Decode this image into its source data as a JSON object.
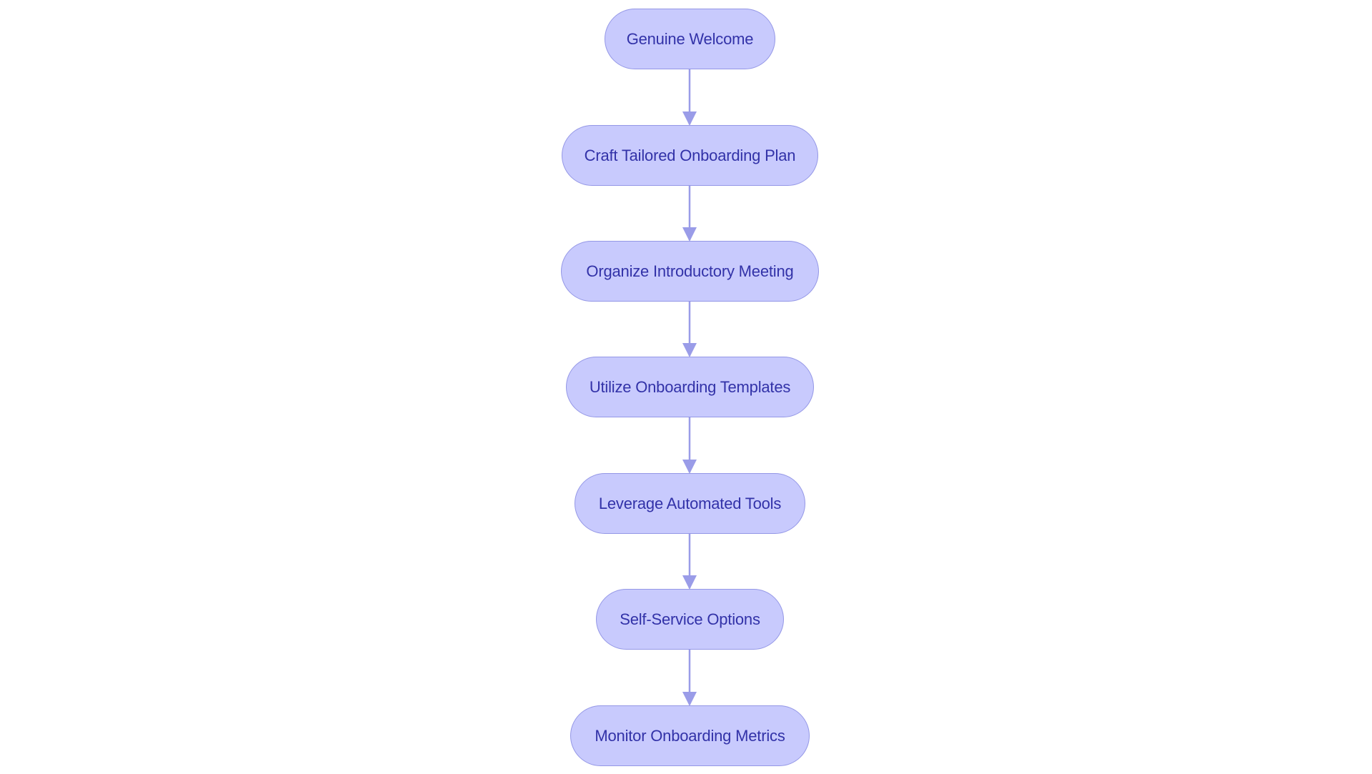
{
  "flowchart": {
    "nodes": [
      {
        "label": "Genuine Welcome"
      },
      {
        "label": "Craft Tailored Onboarding Plan"
      },
      {
        "label": "Organize Introductory Meeting"
      },
      {
        "label": "Utilize Onboarding Templates"
      },
      {
        "label": "Leverage Automated Tools"
      },
      {
        "label": "Self-Service Options"
      },
      {
        "label": "Monitor Onboarding Metrics"
      }
    ],
    "edges": [
      {
        "from": "Genuine Welcome",
        "to": "Craft Tailored Onboarding Plan"
      },
      {
        "from": "Craft Tailored Onboarding Plan",
        "to": "Organize Introductory Meeting"
      },
      {
        "from": "Organize Introductory Meeting",
        "to": "Utilize Onboarding Templates"
      },
      {
        "from": "Utilize Onboarding Templates",
        "to": "Leverage Automated Tools"
      },
      {
        "from": "Leverage Automated Tools",
        "to": "Self-Service Options"
      },
      {
        "from": "Self-Service Options",
        "to": "Monitor Onboarding Metrics"
      }
    ]
  },
  "colors": {
    "node_fill": "#c8cafd",
    "node_border": "#9497e6",
    "node_text": "#3232a8",
    "edge": "#9a9ce8"
  }
}
